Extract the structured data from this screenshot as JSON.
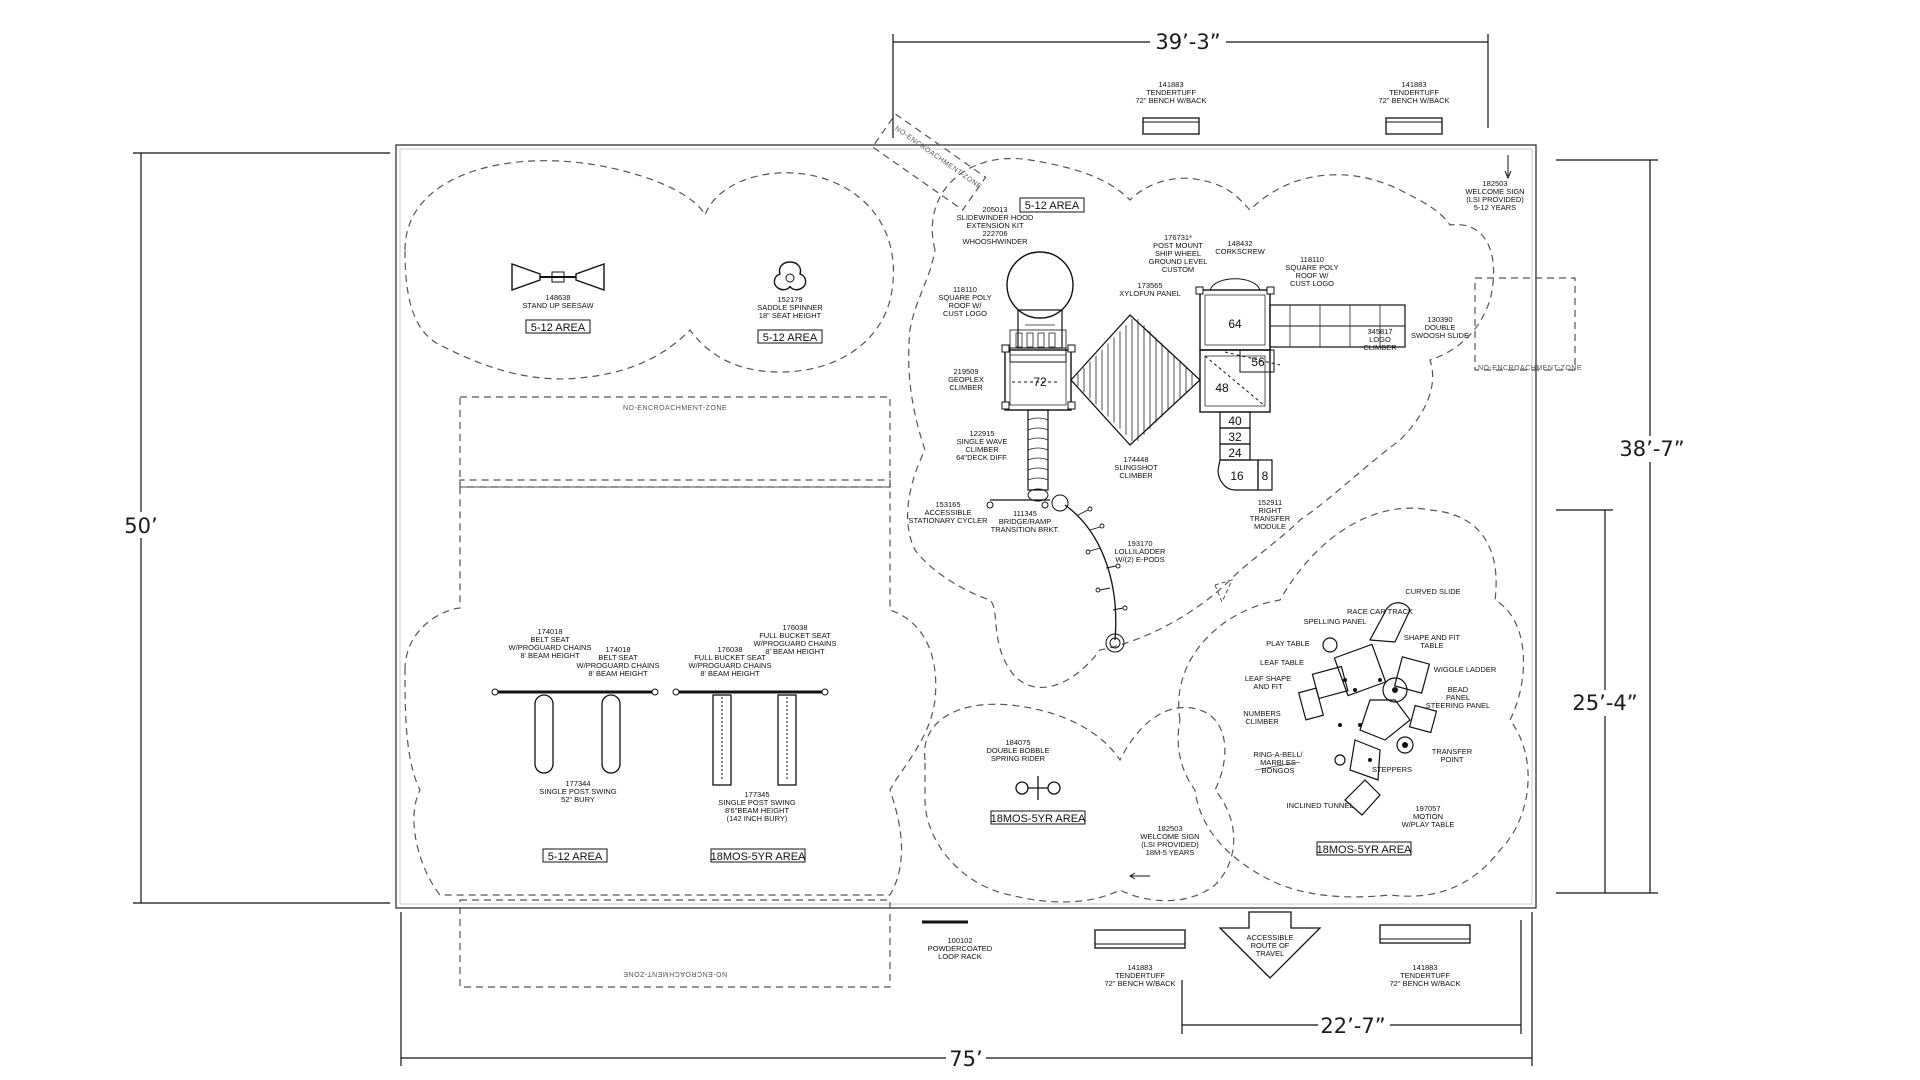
{
  "dimensions": {
    "top": "39’-3”",
    "left": "50’",
    "right_tall": "38’-7”",
    "right_short": "25’-4”",
    "bottom_right": "22’-7”",
    "bottom": "75’"
  },
  "zones": {
    "no_encroachment_top": "NO-ENCROACHMENT-ZONE",
    "no_encroachment_bottom": "NO-ENCROACHMENT-ZONE",
    "no_encroachment_right": "NO-ENCROACHMENT-ZONE",
    "no_encroachment_diag": "NO-ENCROACHMENT-ZONE"
  },
  "area_tags": {
    "seesaw": "5-12 AREA",
    "spinner": "5-12 AREA",
    "structure": "5-12 AREA",
    "swing_left": "5-12 AREA",
    "swing_right": "18MOS-5YR AREA",
    "spring": "18MOS-5YR AREA",
    "toddler": "18MOS-5YR AREA"
  },
  "deck_heights": [
    "72",
    "64",
    "56",
    "48",
    "40",
    "32",
    "24",
    "16",
    "8"
  ],
  "labels": {
    "bench_top_1": [
      "141883",
      "TENDERTUFF",
      "72\" BENCH W/BACK"
    ],
    "bench_top_2": [
      "141883",
      "TENDERTUFF",
      "72\" BENCH W/BACK"
    ],
    "bench_bot_1": [
      "141883",
      "TENDERTUFF",
      "72\" BENCH W/BACK"
    ],
    "bench_bot_2": [
      "141883",
      "TENDERTUFF",
      "72\" BENCH W/BACK"
    ],
    "welcome_sign_1": [
      "182503",
      "WELCOME SIGN",
      "(LSI PROVIDED)",
      "5-12 YEARS"
    ],
    "welcome_sign_2": [
      "182503",
      "WELCOME SIGN",
      "(LSI PROVIDED)",
      "18M-5 YEARS"
    ],
    "seesaw": [
      "148638",
      "STAND UP SEESAW"
    ],
    "spinner": [
      "152179",
      "SADDLE SPINNER",
      "18\" SEAT HEIGHT"
    ],
    "slidewinder": [
      "205013",
      "SLIDEWINDER HOOD",
      "EXTENSION KIT",
      "222706",
      "WHOOSHWINDER"
    ],
    "roof_left": [
      "118110",
      "SQUARE POLY",
      "ROOF W/",
      "CUST LOGO"
    ],
    "geoplex": [
      "219509",
      "GEOPLEX",
      "CLIMBER"
    ],
    "wave_climber": [
      "122915",
      "SINGLE WAVE",
      "CLIMBER",
      "64\"DECK DIFF."
    ],
    "cycler": [
      "153165",
      "ACCESSIBLE",
      "STATIONARY CYCLER"
    ],
    "bridge": [
      "111345",
      "BRIDGE/RAMP",
      "TRANSITION BRKT."
    ],
    "lollipop": [
      "193170",
      "LOLLILADDER",
      "W/(2) E-PODS"
    ],
    "ship_wheel": [
      "176731*",
      "POST MOUNT",
      "SHIP WHEEL",
      "GROUND LEVEL",
      "CUSTOM"
    ],
    "xylofun": [
      "173565",
      "XYLOFUN PANEL"
    ],
    "corkscrew": [
      "148432",
      "CORKSCREW"
    ],
    "roof_right": [
      "118110",
      "SQUARE POLY",
      "ROOF W/",
      "CUST LOGO"
    ],
    "logo_climber": [
      "345817",
      "LOGO",
      "CLIMBER"
    ],
    "swoosh": [
      "130390",
      "DOUBLE",
      "SWOOSH SLIDE"
    ],
    "slingshot": [
      "174448",
      "SLINGSHOT",
      "CLIMBER"
    ],
    "transfer": [
      "152911",
      "RIGHT",
      "TRANSFER",
      "MODULE"
    ],
    "belt1": [
      "174018",
      "BELT SEAT",
      "W/PROGUARD CHAINS",
      "8' BEAM HEIGHT"
    ],
    "belt2": [
      "174018",
      "BELT SEAT",
      "W/PROGUARD CHAINS",
      "8' BEAM HEIGHT"
    ],
    "bucket1": [
      "176038",
      "FULL BUCKET SEAT",
      "W/PROGUARD CHAINS",
      "8' BEAM HEIGHT"
    ],
    "bucket2": [
      "176038",
      "FULL BUCKET SEAT",
      "W/PROGUARD CHAINS",
      "8' BEAM HEIGHT"
    ],
    "swing1": [
      "177344",
      "SINGLE POST SWING",
      "52\" BURY"
    ],
    "swing2": [
      "177345",
      "SINGLE POST SWING",
      "8'6\"BEAM HEIGHT",
      "(142 INCH BURY)"
    ],
    "spring": [
      "184075",
      "DOUBLE BOBBLE",
      "SPRING RIDER"
    ],
    "loop_rack": [
      "100102",
      "POWDERCOATED",
      "LOOP RACK"
    ],
    "accessible_route": [
      "ACCESSIBLE",
      "ROUTE OF",
      "TRAVEL"
    ],
    "race_car": "RACE CAR TRACK",
    "curved_slide": "CURVED SLIDE",
    "spelling": "SPELLING PANEL",
    "shape_fit_table": [
      "SHAPE AND FIT",
      "TABLE"
    ],
    "play_table": "PLAY TABLE",
    "leaf_table": [
      "LEAF TABLE"
    ],
    "wiggle": "WIGGLE LADDER",
    "leaf_shape": [
      "LEAF SHAPE",
      "AND FIT"
    ],
    "bead": [
      "BEAD",
      "PANEL",
      "STEERING PANEL"
    ],
    "numbers": [
      "NUMBERS",
      "CLIMBER"
    ],
    "ring_bell": [
      "RING-A-BELL/",
      "MARBLES",
      "BONGOS"
    ],
    "transfer_point": [
      "TRANSFER",
      "POINT"
    ],
    "steppers": "STEPPERS",
    "tunnel": "INCLINED TUNNEL",
    "motion": [
      "197057",
      "MOTION",
      "W/PLAY TABLE"
    ]
  },
  "colors": {
    "line": "#111111",
    "dash": "#555555",
    "background": "#ffffff"
  }
}
